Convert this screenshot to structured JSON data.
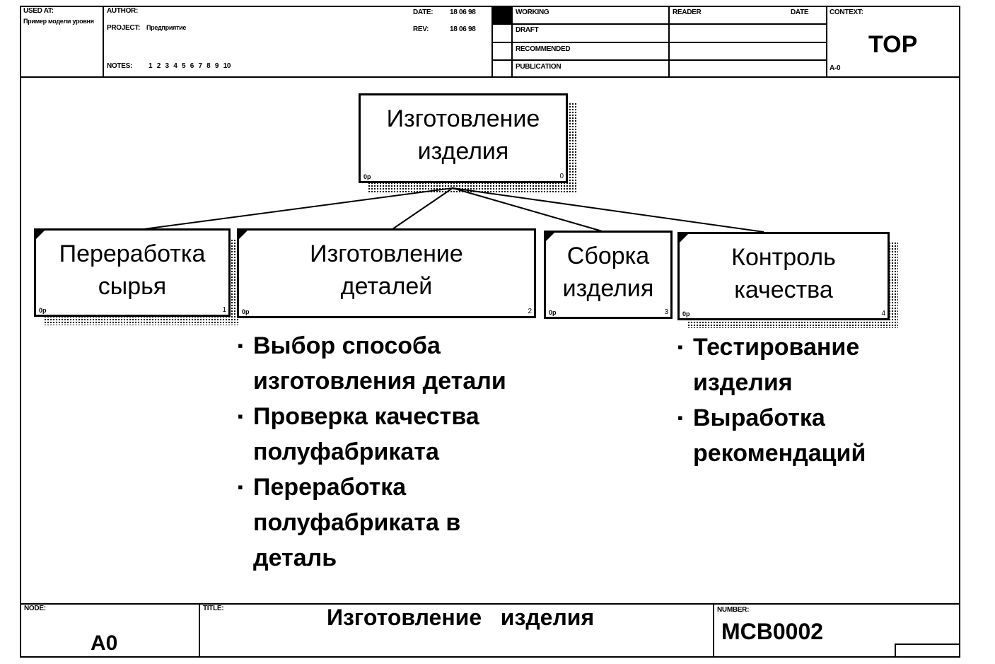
{
  "header": {
    "used_at_label": "USED AT:",
    "used_at_value": "Пример модели уровня",
    "author_label": "AUTHOR:",
    "project_label": "PROJECT:",
    "project_value": "Предприятие",
    "notes_label": "NOTES:",
    "notes_numbers": "1  2  3  4  5  6  7  8  9  10",
    "date_label": "DATE:",
    "date_value": "18 06 98",
    "rev_label": "REV:",
    "rev_value": "18 06 98",
    "status": [
      "WORKING",
      "DRAFT",
      "RECOMMENDED",
      "PUBLICATION"
    ],
    "reader_label": "READER",
    "date_col_label": "DATE",
    "context_label": "CONTEXT:",
    "context_value": "TOP",
    "context_node": "A-0"
  },
  "diagram": {
    "parent": {
      "title": "Изготовление\nизделия",
      "cost": "0р",
      "num": "0"
    },
    "children": [
      {
        "title": "Переработка\nсырья",
        "cost": "0р",
        "num": "1"
      },
      {
        "title": "Изготовление\nдеталей",
        "cost": "0р",
        "num": "2"
      },
      {
        "title": "Сборка\nизделия",
        "cost": "0р",
        "num": "3"
      },
      {
        "title": "Контроль\nкачества",
        "cost": "0р",
        "num": "4"
      }
    ],
    "bullets_left": [
      "Выбор способа\nизготовления детали",
      "Проверка  качества\nполуфабриката",
      "Переработка\nполуфабриката  в\nдеталь"
    ],
    "bullets_right": [
      "Тестирование\nизделия",
      "Выработка\nрекомендаций"
    ]
  },
  "footer": {
    "node_label": "NODE:",
    "node_value": "A0",
    "title_label": "TITLE:",
    "title_value": "Изготовление   изделия",
    "number_label": "NUMBER:",
    "number_value": "MCB0002"
  }
}
